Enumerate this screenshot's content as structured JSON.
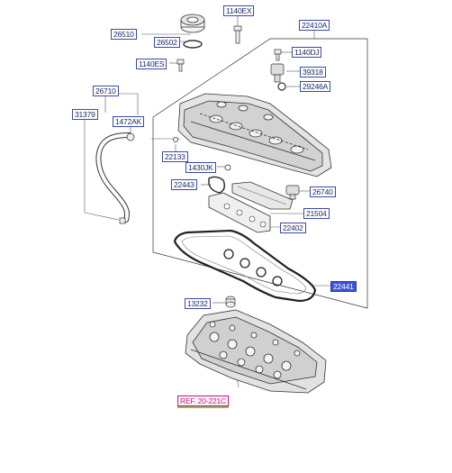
{
  "part_labels": {
    "p26510": "26510",
    "p26502": "26502",
    "p1140EX": "1140EX",
    "p22410A": "22410A",
    "p1140ES": "1140ES",
    "p1140DJ": "1140DJ",
    "p39318": "39318",
    "p29246A": "29246A",
    "p26710": "26710",
    "p31379": "31379",
    "p1472AK": "1472AK",
    "p22133": "22133",
    "p1430JK": "1430JK",
    "p22443": "22443",
    "p26740": "26740",
    "p21504": "21504",
    "p22402": "22402",
    "p22441": "22441",
    "p13232": "13232"
  },
  "reference_label": "REF. 20-221C",
  "colors": {
    "label_border": "#3a4aa0",
    "label_text": "#1a2a6a",
    "highlight": "#3b54d9",
    "reference": "#c0148a",
    "line": "#333333"
  }
}
